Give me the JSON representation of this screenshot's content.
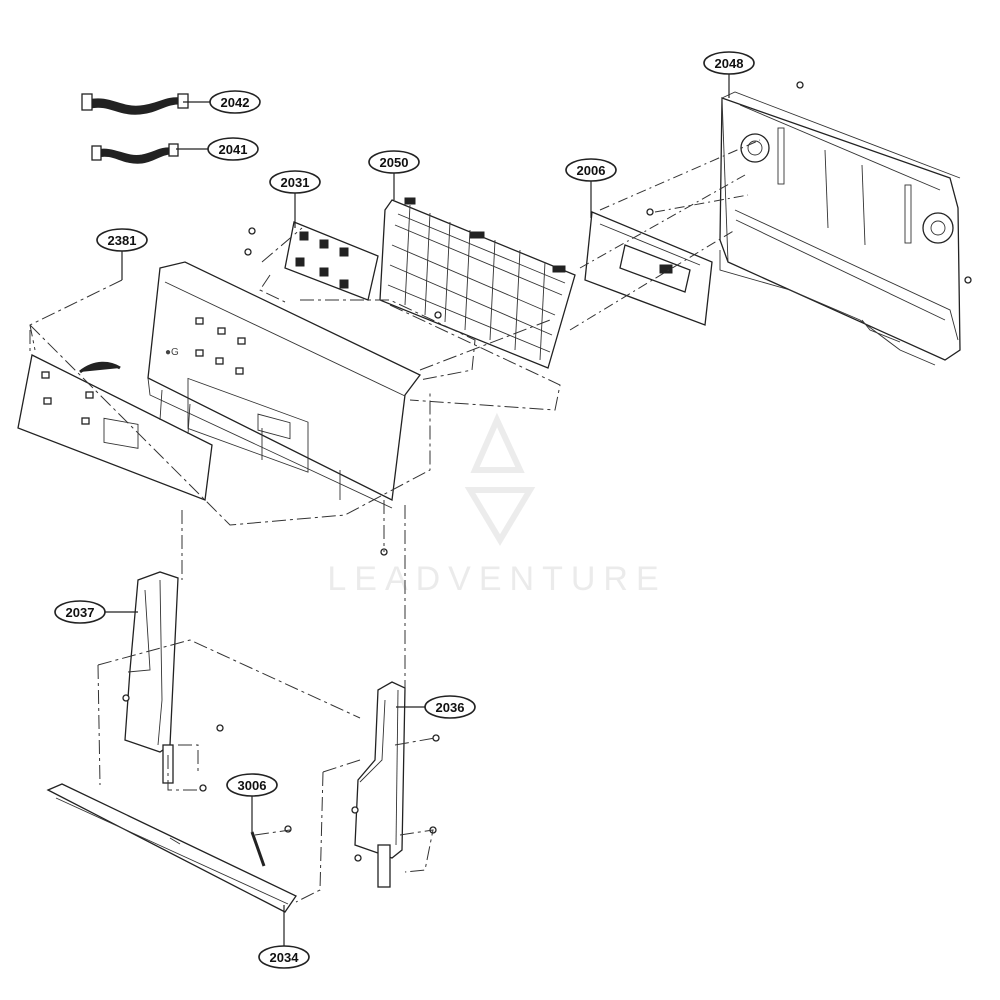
{
  "watermark": {
    "text": "LEADVENTURE",
    "color": "#e8e8e8"
  },
  "colors": {
    "line": "#222222",
    "background": "#ffffff"
  },
  "callouts": {
    "c2042": "2042",
    "c2041": "2041",
    "c2031": "2031",
    "c2050": "2050",
    "c2006": "2006",
    "c2048": "2048",
    "c2381": "2381",
    "c2037": "2037",
    "c2036": "2036",
    "c3006": "3006",
    "c2034": "2034"
  }
}
